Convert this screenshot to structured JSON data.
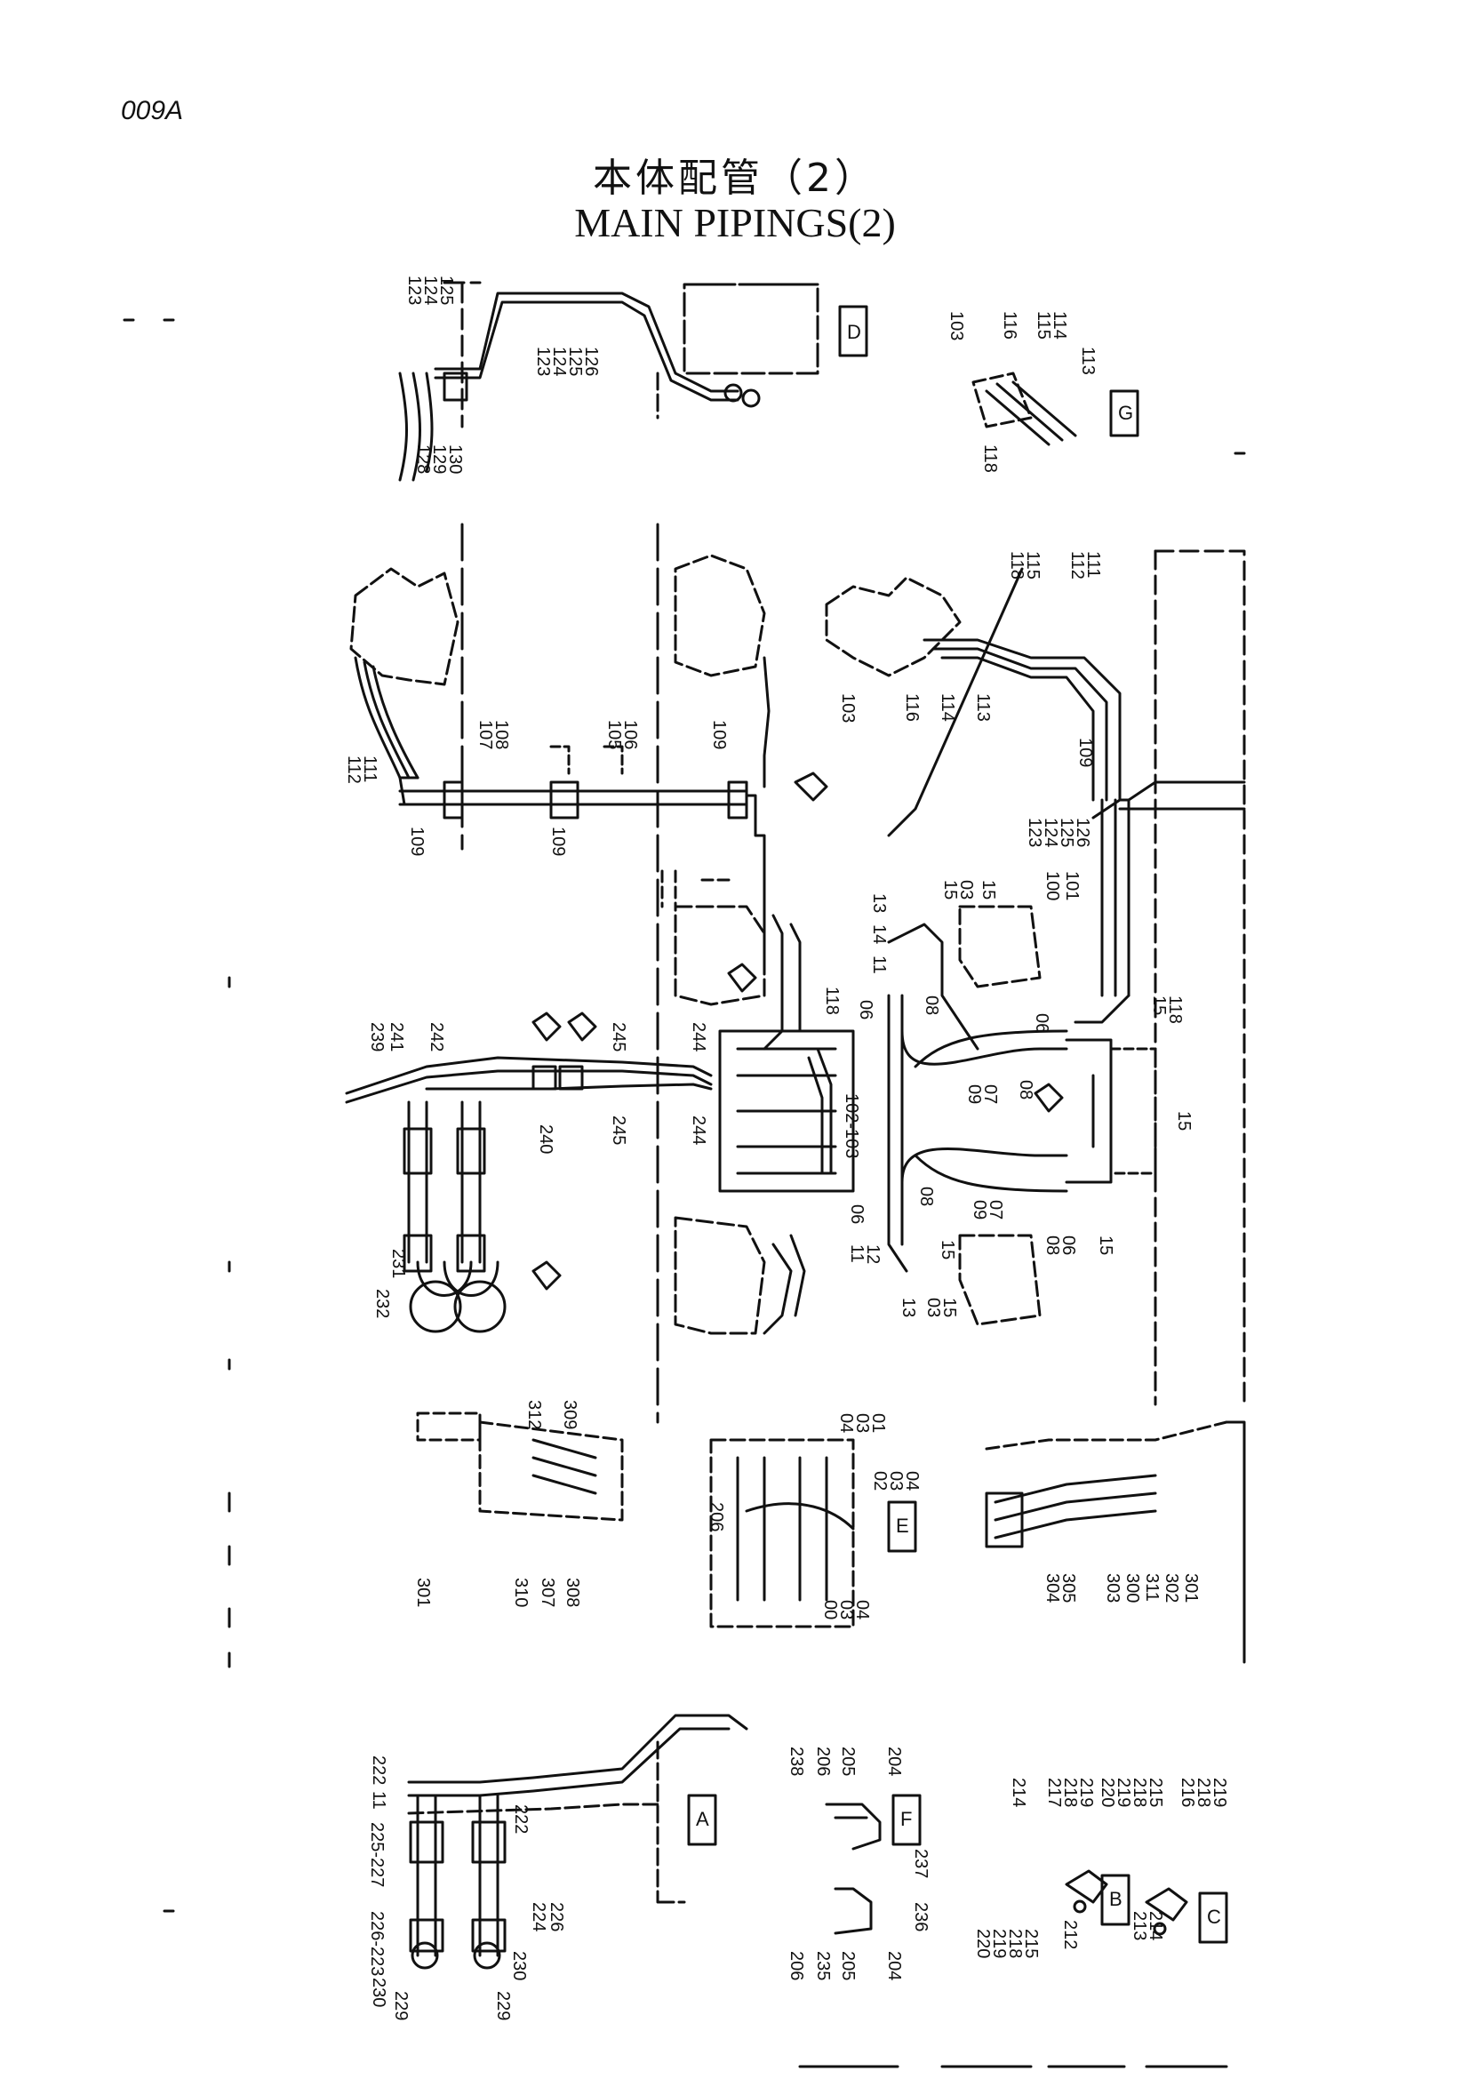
{
  "page_code": "009A",
  "title_jp": "本体配管（2）",
  "title_en": "MAIN PIPINGS(2)",
  "view_labels": [
    "A",
    "B",
    "C",
    "D",
    "E",
    "F",
    "G"
  ],
  "part_numbers": [
    "123",
    "124",
    "125",
    "123",
    "124",
    "125",
    "126",
    "128",
    "129",
    "130",
    "103",
    "116",
    "115",
    "114",
    "113",
    "118",
    "112",
    "111",
    "107",
    "108",
    "105",
    "106",
    "109",
    "109",
    "109",
    "118",
    "115",
    "112",
    "111",
    "103",
    "116",
    "114",
    "113",
    "109",
    "123",
    "124",
    "125",
    "126",
    "100",
    "101",
    "13",
    "14",
    "11",
    "15",
    "03",
    "15",
    "06",
    "08",
    "118",
    "15",
    "09",
    "07",
    "08",
    "06",
    "09",
    "07",
    "15",
    "06",
    "08",
    "11",
    "12",
    "15",
    "13",
    "03",
    "15",
    "08",
    "06",
    "15",
    "239",
    "241",
    "242",
    "240",
    "245",
    "244",
    "245",
    "244",
    "102-103",
    "118",
    "231",
    "232",
    "312",
    "309",
    "301",
    "310",
    "307",
    "308",
    "04",
    "03",
    "01",
    "02",
    "03",
    "04",
    "206",
    "00",
    "03",
    "04",
    "304",
    "305",
    "303",
    "300",
    "311",
    "302",
    "301",
    "222",
    "11",
    "222",
    "225-227",
    "226-223",
    "224",
    "226",
    "230",
    "229",
    "230",
    "229",
    "238",
    "206",
    "205",
    "204",
    "237",
    "236",
    "206",
    "235",
    "205",
    "204",
    "214",
    "217",
    "218",
    "219",
    "220",
    "219",
    "218",
    "215",
    "216",
    "218",
    "219",
    "220",
    "219",
    "218",
    "215",
    "212",
    "213",
    "214"
  ]
}
